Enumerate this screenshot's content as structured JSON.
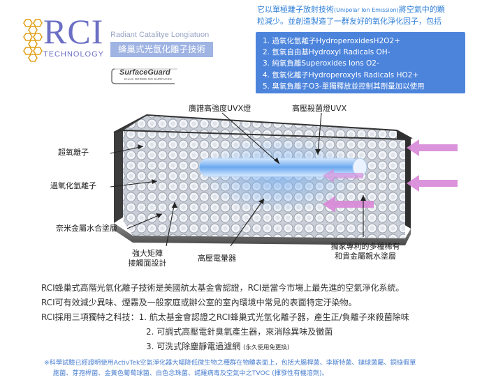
{
  "logo": {
    "main": "RCI",
    "sub": "TECHNOLOGY"
  },
  "subtitle": {
    "en": "Radiant Catalitye Longiatuon",
    "zh": "蜂巢式光氫化離子技術"
  },
  "badge": {
    "name": "SurfaceGuard",
    "tagline": "KILLS GERMS ON SURFACES"
  },
  "intro": {
    "line1_pre": "它以單極離子放射技術",
    "line1_small": "(Unipolar Ion Emission)",
    "line1_post": "將空氣中的顆",
    "line2": "粒減少。並創造製造了一群友好的氧化淨化因子，包括"
  },
  "oxidizers": [
    "1. 過氧化氫離子HydroperoxidesH2O2+",
    "2. 氫氧自由基Hydroxyl Radicals OH-",
    "3. 純氧負離Superoxides Ions O2-",
    "4. 氫氧化離子Hydroperoxyls Radicals HO2+",
    "5. 臭氧負離子O3-單獨釋放並控制其劑量加以使用"
  ],
  "diagram": {
    "label_uvx": "廣譜高強度UVX燈",
    "label_lamp": "高壓殺菌燈UVX",
    "label_superoxide": "超氧離子",
    "label_peroxide": "過氧化氫離子",
    "label_nano": "奈米金屬水合塗層",
    "label_matrix_1": "強大矩陣",
    "label_matrix_2": "接觸面設計",
    "label_hv": "高壓電暈器",
    "label_coating_1": "獨家專利的多種稀有",
    "label_coating_2": "和貴金屬親水塗層"
  },
  "body": {
    "p1": "RCI蜂巢式高階光氫化離子技術是美國航太基金會認證，RCI是當今市場上最先進的空氣淨化系統。",
    "p2": "RCI可有效減少異味、煙霧及一般家庭或辦公室的室內環境中常見的表面特定汙染物。",
    "p3": "RCI採用三項獨特之科技：1. 航太基金會認證之RCI蜂巢式光氫化離子器，產生正/負離子來殺菌除味",
    "p4": "2. 可調式高壓電針臭氧產生器，來消除異味及黴菌",
    "p5_main": "3. 可洗式除塵靜電過濾網",
    "p5_small": "(永久使用免更換)"
  },
  "footnote": {
    "line1": "※科學試驗已經證明使用ActivTek空氣淨化器大幅降低微生物之種群在物體表面上，包括大腸桿菌、李斯特菌、鏈球菌屬、銅綠假單",
    "line2": "胞菌、芽孢桿菌、金黃色葡萄球菌、白色念珠菌、諾羅病毒及空氣中之TVOC (揮發性有機溶劑)。"
  },
  "colors": {
    "accent": "#4c84dc",
    "logo": "#6b6fc4",
    "arrow_pink": "#d98ad8",
    "intro_text": "#2f7fd9",
    "gold": "#e2a21c"
  }
}
